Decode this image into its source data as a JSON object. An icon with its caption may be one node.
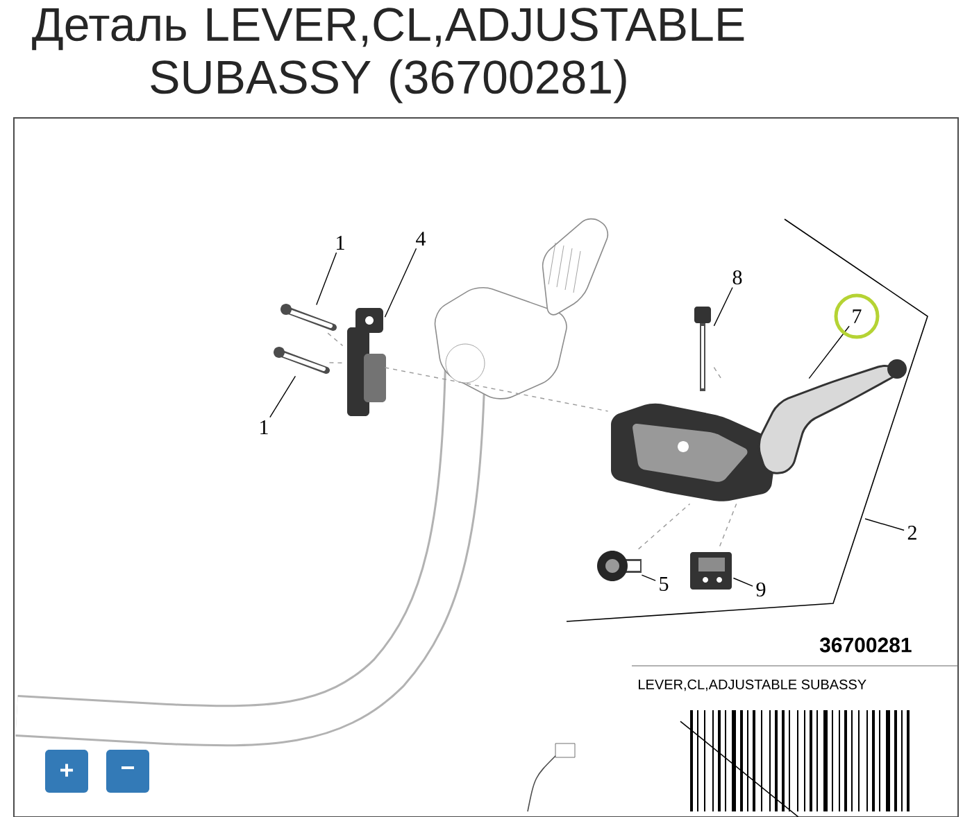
{
  "diagram": {
    "title": "Деталь LEVER,CL,ADJUSTABLE SUBASSY (36700281)",
    "nodes": [
      {
        "text": [
          "1"
        ]
      },
      {
        "text": [
          "4"
        ]
      },
      {
        "text": [
          "8"
        ]
      },
      {
        "text": [
          "7"
        ]
      },
      {
        "text": [
          "1"
        ]
      },
      {
        "text": [
          "2"
        ]
      },
      {
        "text": [
          "5"
        ]
      },
      {
        "text": [
          "9"
        ]
      },
      {
        "text": [],
        "shape": "picture"
      },
      {
        "text": [],
        "shape": "picture"
      },
      {
        "text": [],
        "shape": "picture"
      },
      {
        "text": [],
        "shape": "picture"
      },
      {
        "text": [],
        "shape": "picture"
      },
      {
        "text": [],
        "shape": "picture"
      },
      {
        "text": [],
        "shape": "picture"
      }
    ],
    "edges": [
      {
        "from": 0,
        "to": 8,
        "arrow": "none"
      },
      {
        "from": 1,
        "to": 10,
        "arrow": "none"
      },
      {
        "from": 2,
        "to": 11,
        "arrow": "none"
      },
      {
        "from": 3,
        "to": 12,
        "arrow": "none"
      },
      {
        "from": 4,
        "to": 9,
        "arrow": "none"
      },
      {
        "from": 5,
        "to": null,
        "arrow": "none"
      },
      {
        "from": 6,
        "to": 13,
        "arrow": "none"
      },
      {
        "from": 7,
        "to": 14,
        "arrow": "none"
      },
      {
        "from": 8,
        "to": 10,
        "arrow": "none",
        "style": "dashed",
        "color": "#999999"
      },
      {
        "from": 9,
        "to": 10,
        "arrow": "none",
        "style": "dashed",
        "color": "#999999"
      },
      {
        "from": 10,
        "to": 12,
        "arrow": "none",
        "style": "dashed",
        "color": "#999999"
      },
      {
        "from": 11,
        "to": 12,
        "arrow": "none",
        "style": "dashed",
        "color": "#999999"
      },
      {
        "from": 13,
        "to": 12,
        "arrow": "none",
        "style": "dashed",
        "color": "#999999"
      },
      {
        "from": 14,
        "to": 12,
        "arrow": "none",
        "style": "dashed",
        "color": "#999999"
      }
    ],
    "labels": [
      "36700281",
      "LEVER,CL,ADJUSTABLE SUBASSY",
      "+",
      "−"
    ]
  }
}
